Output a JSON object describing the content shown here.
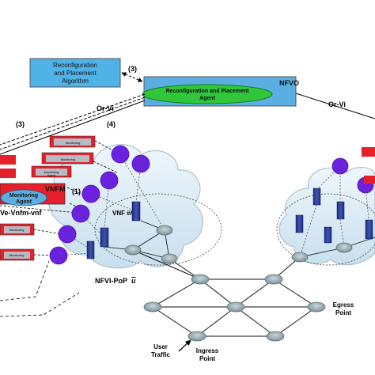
{
  "algorithm_box": {
    "line1": "Reconfiguration",
    "line2": "and Placement",
    "line3": "Algorithm"
  },
  "nfvo": {
    "label": "NFVO",
    "agent_line1": "Reconfiguration and Placement",
    "agent_line2": "Agent"
  },
  "step_labels": {
    "s3_top": "(3)",
    "s3_left": "(3)",
    "s4": "(4)",
    "s1": "(1)"
  },
  "interfaces": {
    "or_vi_left": "Or-Vi",
    "or_vi_right": "Or-Vi",
    "ve_vnfm": "Ve-Vnfm-vnf"
  },
  "vnfm": {
    "label": "VNFM",
    "monitoring_line1": "Monitoring",
    "monitoring_line2": "Agent"
  },
  "small_agent": {
    "line1": "Monitoring",
    "line2": "Agent"
  },
  "vnf_label": "VNF",
  "vnf_index": "#h",
  "nfvi_pop": {
    "label": "NFVI-PoP",
    "index": "u"
  },
  "traffic": {
    "user_line1": "User",
    "user_line2": "Traffic",
    "ingress_line1": "Ingress",
    "ingress_line2": "Point",
    "egress_line1": "Egress",
    "egress_line2": "Point"
  },
  "colors": {
    "algorithm_fill": "#4fb3e8",
    "nfvo_fill": "#5aaee2",
    "agent_ellipse": "#2fc63a",
    "vnfm_red": "#e5202a",
    "vnf_circle": "#6b22e0",
    "cloud_fill": "#d7e9f4",
    "router": "#8fa6ad",
    "server": "#2a3f9a"
  }
}
